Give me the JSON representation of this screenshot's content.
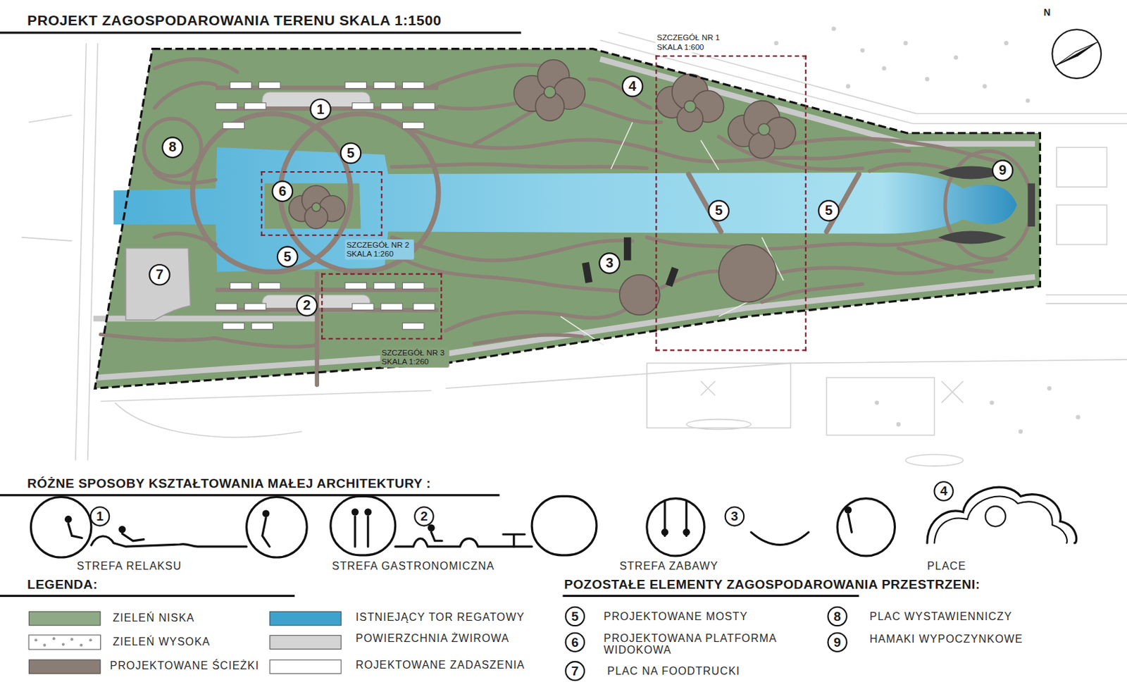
{
  "diagram": {
    "title": "PROJEKT ZAGOSPODAROWANIA TERENU SKALA 1:1500",
    "nodes": [
      {
        "text": [
          "SZCZEGÓŁ NR 1 SKALA 1:600"
        ]
      },
      {
        "text": [
          "SZCZEGÓŁ NR 2 SKALA 1:260"
        ]
      },
      {
        "text": [
          "SZCZEGÓŁ NR 3 SKALA 1:260"
        ]
      }
    ],
    "labels": [
      "N",
      "4",
      "1",
      "8",
      "5",
      "9",
      "6",
      "5",
      "5",
      "5",
      "3",
      "7",
      "2",
      "RÓŻNE SPOSOBY KSZTAŁTOWANIA MAŁEJ ARCHITEKTURY :",
      "1",
      "2",
      "3",
      "4",
      "STREFA RELAKSU",
      "STREFA GASTRONOMICZNA",
      "STREFA ZABAWY",
      "PLACE",
      "LEGENDA:",
      "POZOSTAŁE ELEMENTY ZAGOSPODAROWANIA PRZESTRZENI:",
      "5",
      "PROJEKTOWANE MOSTY",
      "8",
      "PLAC WYSTAWIENNICZY",
      "6",
      "PROJEKTOWANA PLATFORMA WIDOKOWA",
      "9",
      "HAMAKI WYPOCZYNKOWE",
      "7",
      "PLAC NA FOODTRUCKI"
    ],
    "legend": [
      {
        "text": "ZIELEŃ NISKA",
        "color": "#8fa986"
      },
      {
        "text": "ZIELEŃ WYSOKA"
      },
      {
        "text": "PROJEKTOWANE ŚCIEŻKI",
        "color": "#8a7d76"
      },
      {
        "text": "ISTNIEJĄCY TOR REGATOWY",
        "color": "#3ea3cc"
      },
      {
        "text": "POWIERZCHNIA ŻWIROWA",
        "color": "#d4d4d4"
      },
      {
        "text": "ROJEKTOWANE ZADASZENIA",
        "color": "#ffffff"
      }
    ]
  }
}
